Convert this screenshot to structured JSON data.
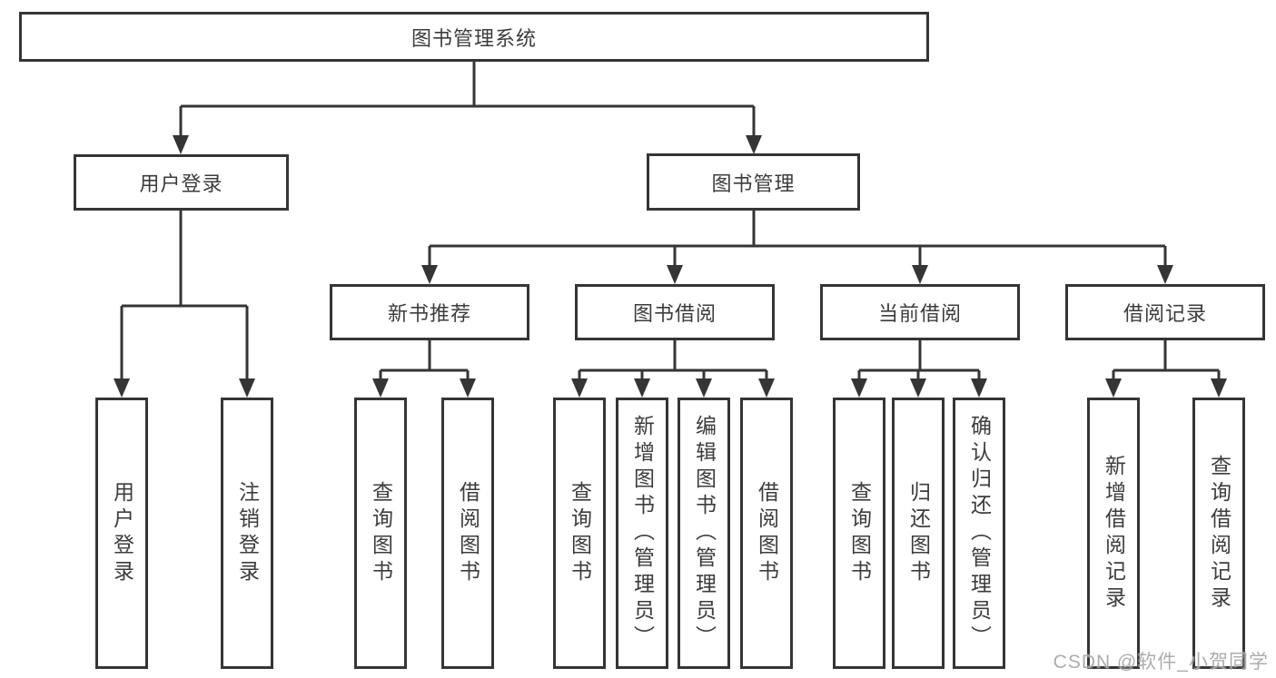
{
  "diagram": {
    "title": "图书管理系统",
    "modules": [
      {
        "label": "用户登录",
        "functions": [
          "用户登录",
          "注销登录"
        ]
      },
      {
        "label": "图书管理",
        "submodules": [
          {
            "label": "新书推荐",
            "functions": [
              "查询图书",
              "借阅图书"
            ]
          },
          {
            "label": "图书借阅",
            "functions": [
              "查询图书",
              "新增图书（管理员）",
              "编辑图书（管理员）",
              "借阅图书"
            ]
          },
          {
            "label": "当前借阅",
            "functions": [
              "查询图书",
              "归还图书",
              "确认归还（管理员）"
            ]
          },
          {
            "label": "借阅记录",
            "functions": [
              "新增借阅记录",
              "查询借阅记录"
            ]
          }
        ]
      }
    ]
  },
  "watermark": {
    "text": "CSDN @软件_小贺同学"
  },
  "colors": {
    "line": "#353535",
    "box_border": "#353535",
    "text": "#3c3c3c",
    "background": "#ffffff",
    "watermark": "#9e9e9e"
  }
}
